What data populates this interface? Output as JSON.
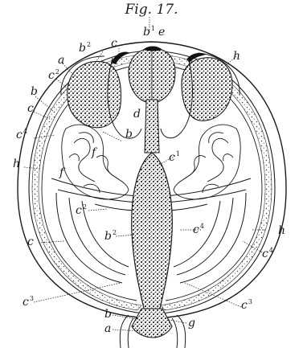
{
  "figure": {
    "title": "Fig. 17.",
    "colors": {
      "ink": "#1a1a1a",
      "paper": "#ffffff",
      "stipple": "#3a3a3a"
    },
    "labels": [
      {
        "id": "b1-top",
        "base": "b",
        "sup": "1"
      },
      {
        "id": "e-top",
        "base": "e",
        "sup": ""
      },
      {
        "id": "b2-upper-left",
        "base": "b",
        "sup": "2"
      },
      {
        "id": "c-top",
        "base": "c",
        "sup": ""
      },
      {
        "id": "h-top-right",
        "base": "h",
        "sup": ""
      },
      {
        "id": "a-left",
        "base": "a",
        "sup": ""
      },
      {
        "id": "c2-left",
        "base": "c",
        "sup": "2"
      },
      {
        "id": "b-left",
        "base": "b",
        "sup": ""
      },
      {
        "id": "d-center",
        "base": "d",
        "sup": ""
      },
      {
        "id": "c-left",
        "base": "c",
        "sup": ""
      },
      {
        "id": "c4-left",
        "base": "c",
        "sup": "4"
      },
      {
        "id": "f-upper",
        "base": "f",
        "sup": ""
      },
      {
        "id": "b-center",
        "base": "b",
        "sup": ""
      },
      {
        "id": "c1-center",
        "base": "c",
        "sup": "1"
      },
      {
        "id": "h-left",
        "base": "h",
        "sup": ""
      },
      {
        "id": "f-lower",
        "base": "f",
        "sup": ""
      },
      {
        "id": "h-right",
        "base": "h",
        "sup": ""
      },
      {
        "id": "c2-lower",
        "base": "c",
        "sup": "2"
      },
      {
        "id": "b2-lower",
        "base": "b",
        "sup": "2"
      },
      {
        "id": "c4-lower-center",
        "base": "c",
        "sup": "4"
      },
      {
        "id": "c4-lower-right",
        "base": "c",
        "sup": "4"
      },
      {
        "id": "c-lower-left",
        "base": "c",
        "sup": ""
      },
      {
        "id": "c3-left",
        "base": "c",
        "sup": "3"
      },
      {
        "id": "c3-right",
        "base": "c",
        "sup": "3"
      },
      {
        "id": "b-bottom",
        "base": "b",
        "sup": ""
      },
      {
        "id": "g-bottom",
        "base": "g",
        "sup": ""
      },
      {
        "id": "a-bottom",
        "base": "a",
        "sup": ""
      }
    ]
  }
}
